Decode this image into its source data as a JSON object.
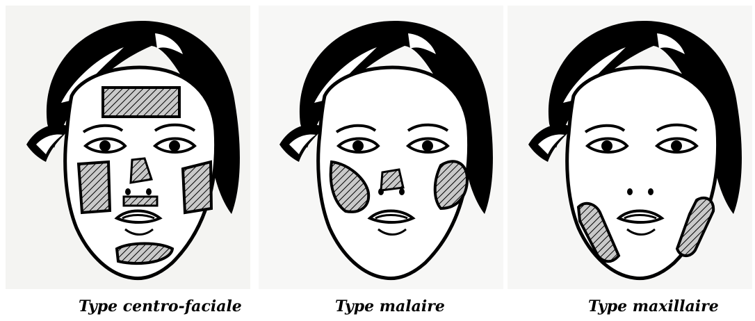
{
  "panels": [
    {
      "caption": "Type centro-faciale",
      "pattern": "centro-facial"
    },
    {
      "caption": "Type malaire",
      "pattern": "malar"
    },
    {
      "caption": "Type maxillaire",
      "pattern": "mandibular"
    }
  ],
  "colors": {
    "ink": "#000000",
    "paper": "#ffffff",
    "hatch_fill": "#bdbdbd",
    "background": "#f4f4f2"
  }
}
